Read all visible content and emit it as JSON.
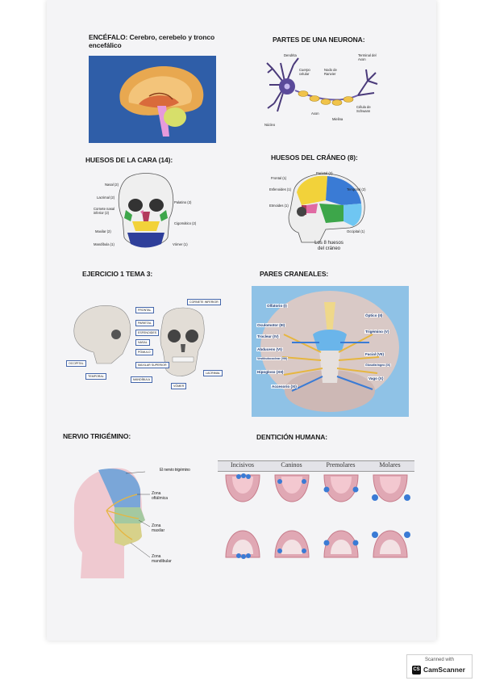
{
  "sections": {
    "encefalo": {
      "title_line1": "ENCÉFALO: Cerebro, cerebelo y tronco",
      "title_line2": "encefálico"
    },
    "neurona": {
      "title": "PARTES DE UNA NEURONA:",
      "labels": {
        "dendrita": "Dendrita",
        "terminal": "Terminal del Axon",
        "cuerpo": "Cuerpo celular",
        "nodo": "Nodo de Ranvier",
        "axon": "Axon",
        "celula": "Célula de Schwann",
        "mielina": "Mielina",
        "nucleo": "Núcleo"
      }
    },
    "cara": {
      "title": "HUESOS DE LA CARA (14):",
      "labels": {
        "nasal": "Nasal (2)",
        "lacrimal": "Lacrimal (2)",
        "cornete": "Cornete nasal inferior (2)",
        "maxilar": "Maxilar (2)",
        "mandibula": "Mandíbula (1)",
        "palatino": "Palatino (2)",
        "cigomatico": "Cigomático (2)",
        "vomer": "Vómer (1)"
      }
    },
    "craneo": {
      "title": "HUESOS DEL CRÁNEO (8):",
      "labels": {
        "frontal": "Frontal (1)",
        "parietal": "Parietal (2)",
        "esfenoides": "Esfenoides (1)",
        "temporal": "Temporal (2)",
        "etmoides": "Etmoides (1)",
        "occipital": "Occipital (1)"
      },
      "caption_line1": "Los 8 huesos",
      "caption_line2": "del cráneo"
    },
    "ejercicio": {
      "title": "EJERCICIO 1 TEMA 3:",
      "labels": {
        "cornete": "CORNETE INFERIOR",
        "frontal": "FRONTAL",
        "parietal": "PARIETAL",
        "esfenoides": "ESFENOIDES",
        "nasal": "NASAL",
        "pomulo": "PÓMULO",
        "maxilar": "MAXILAR SUPERIOR",
        "occipital": "OCCIPITAL",
        "temporal": "TEMPORAL",
        "mandibula": "MANDÍBULA",
        "lacrimal": "LACRIMAL",
        "vomer": "VÓMER"
      }
    },
    "pares": {
      "title": "PARES CRANEALES:",
      "labels": {
        "olfatorio": "Olfatorio (I)",
        "optico": "Óptico (II)",
        "oculomotor": "Oculomotor (III)",
        "trigemino": "Trigémino (V)",
        "troclear": "Troclear (IV)",
        "facial": "Facial (VII)",
        "abducens": "Abducens (VI)",
        "vestibulo": "Vestibulococlear (VIII)",
        "glosofaringeo": "Glosofaríngeo (IX)",
        "hipogloso": "Hipogloso (XII)",
        "vago": "Vago (X)",
        "accesorio": "Accesorio (XI)"
      }
    },
    "trigemino": {
      "title": "NERVIO TRIGÉMINO:",
      "labels": {
        "nervio": "El nervio trigémino",
        "oftalmica_1": "Zona",
        "oftalmica_2": "oftálmica",
        "maxilar_1": "Zona",
        "maxilar_2": "maxilar",
        "mandibular_1": "Zona",
        "mandibular_2": "mandibular"
      }
    },
    "denticion": {
      "title": "DENTICIÓN HUMANA:",
      "columns": [
        "Incisivos",
        "Caninos",
        "Premolares",
        "Molares"
      ]
    }
  },
  "footer": {
    "scanned": "Scanned with",
    "brand": "CamScanner"
  },
  "colors": {
    "sheet": "#f4f4f6",
    "brain_bg": "#2f5ea8",
    "cranial_bg": "#8fc2e6",
    "highlight_blue": "#3a7bd5"
  }
}
